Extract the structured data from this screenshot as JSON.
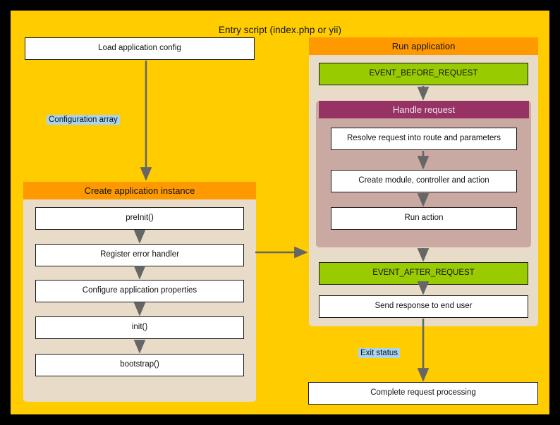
{
  "diagram": {
    "title": "Entry script (index.php or yii)",
    "colors": {
      "entry_panel": "#FFCC00",
      "group_header": "#FF9900",
      "group_body": "#E8DCC8",
      "subgroup_header": "#973264",
      "subgroup_body": "#CBA9A3",
      "event_box": "#99CC00",
      "edge_label": "#A8D4F0",
      "arrow": "#666666",
      "box_border": "#1A1A1A",
      "backdrop": "#000000"
    },
    "nodes": {
      "load_config": "Load application config",
      "complete": "Complete request processing"
    },
    "edge_labels": {
      "configuration_array": "Configuration array",
      "exit_status": "Exit status"
    },
    "create_instance": {
      "header": "Create application instance",
      "steps": [
        "preInit()",
        "Register error handler",
        "Configure application properties",
        "init()",
        "bootstrap()"
      ]
    },
    "run_application": {
      "header": "Run application",
      "before_event": "EVENT_BEFORE_REQUEST",
      "after_event": "EVENT_AFTER_REQUEST",
      "send_response": "Send response to end user",
      "handle_request": {
        "header": "Handle request",
        "steps": [
          "Resolve request into route and parameters",
          "Create module, controller and action",
          "Run action"
        ]
      }
    }
  }
}
